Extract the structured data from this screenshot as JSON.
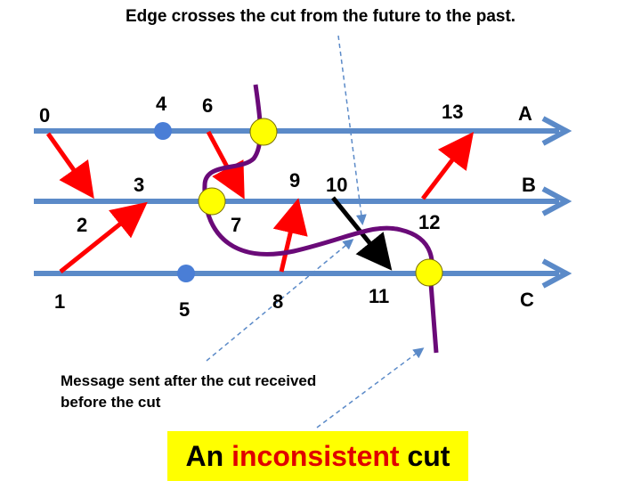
{
  "title": "Edge crosses the cut from the future to the past.",
  "note": "Message sent after the cut received before the cut",
  "banner": {
    "prefix": "An",
    "highlight": "inconsistent",
    "suffix": "cut"
  },
  "processes": {
    "a": "A",
    "b": "B",
    "c": "C"
  },
  "events": {
    "e0": "0",
    "e1": "1",
    "e2": "2",
    "e3": "3",
    "e4": "4",
    "e5": "5",
    "e6": "6",
    "e7": "7",
    "e8": "8",
    "e9": "9",
    "e10": "10",
    "e11": "11",
    "e12": "12",
    "e13": "13"
  },
  "colors": {
    "timeline": "#5b8ac8",
    "message": "#ff0000",
    "violating_message": "#000000",
    "cut": "#6a0a78",
    "cut_point": "#ffff00",
    "event": "#4a7ed6",
    "banner_bg": "#ffff00",
    "highlight_text": "#e00000"
  }
}
